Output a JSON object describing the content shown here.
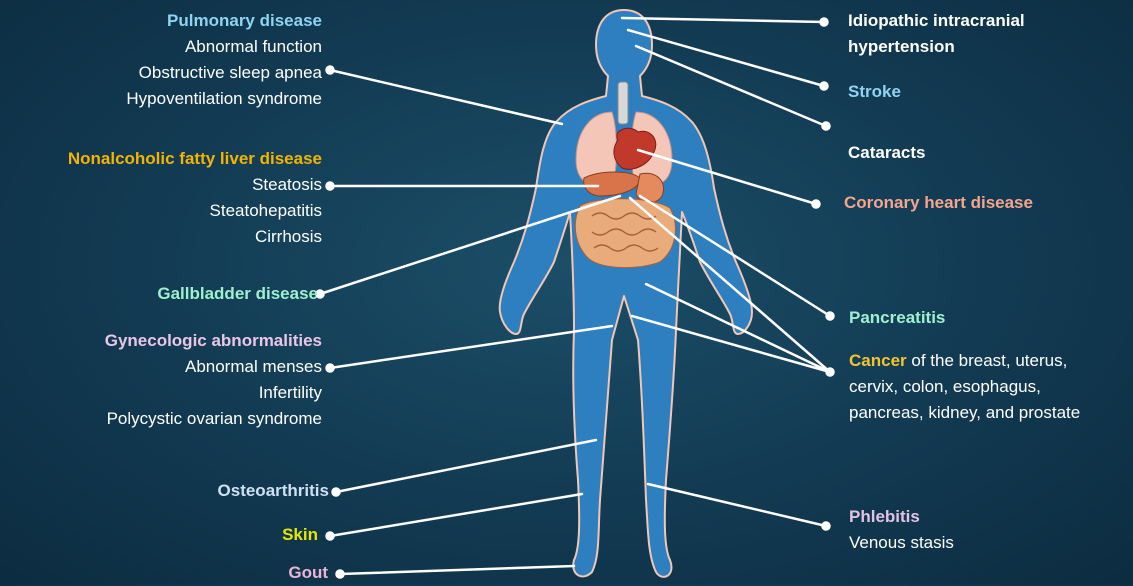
{
  "colors": {
    "background": "#133a52",
    "body": "#2e7fc0",
    "outline": "#f2c6b4",
    "pulmonary": "#8fd3f2",
    "liver": "#f2b400",
    "gallbladder": "#9ff0cf",
    "gynecologic": "#e9c6e6",
    "osteoarthritis": "#cfe0f2",
    "skin": "#e6e600",
    "gout": "#e9b4d8",
    "stroke": "#8fd3f2",
    "coronary": "#f5a58c",
    "pancreatitis": "#9ff0cf",
    "cancer": "#f2c430",
    "phlebitis": "#e0c2e4",
    "white": "#ffffff"
  },
  "left": {
    "pulmonary": {
      "title": "Pulmonary disease",
      "items": [
        "Abnormal function",
        "Obstructive sleep apnea",
        "Hypoventilation syndrome"
      ]
    },
    "liver": {
      "title": "Nonalcoholic fatty liver disease",
      "items": [
        "Steatosis",
        "Steatohepatitis",
        "Cirrhosis"
      ]
    },
    "gallbladder": {
      "title": "Gallbladder disease"
    },
    "gynecologic": {
      "title": "Gynecologic abnormalities",
      "items": [
        "Abnormal menses",
        "Infertility",
        "Polycystic ovarian syndrome"
      ]
    },
    "osteoarthritis": {
      "title": "Osteoarthritis"
    },
    "skin": {
      "title": "Skin"
    },
    "gout": {
      "title": "Gout"
    }
  },
  "right": {
    "iih": {
      "line1": "Idiopathic intracranial",
      "line2": "hypertension"
    },
    "stroke": {
      "title": "Stroke"
    },
    "cataracts": {
      "title": "Cataracts"
    },
    "coronary": {
      "title": "Coronary heart disease"
    },
    "pancreatitis": {
      "title": "Pancreatitis"
    },
    "cancer": {
      "title": "Cancer",
      "rest": " of the breast, uterus,",
      "line2": "cervix, colon, esophagus,",
      "line3": "pancreas, kidney, and prostate"
    },
    "phlebitis": {
      "title": "Phlebitis",
      "item": "Venous stasis"
    }
  }
}
